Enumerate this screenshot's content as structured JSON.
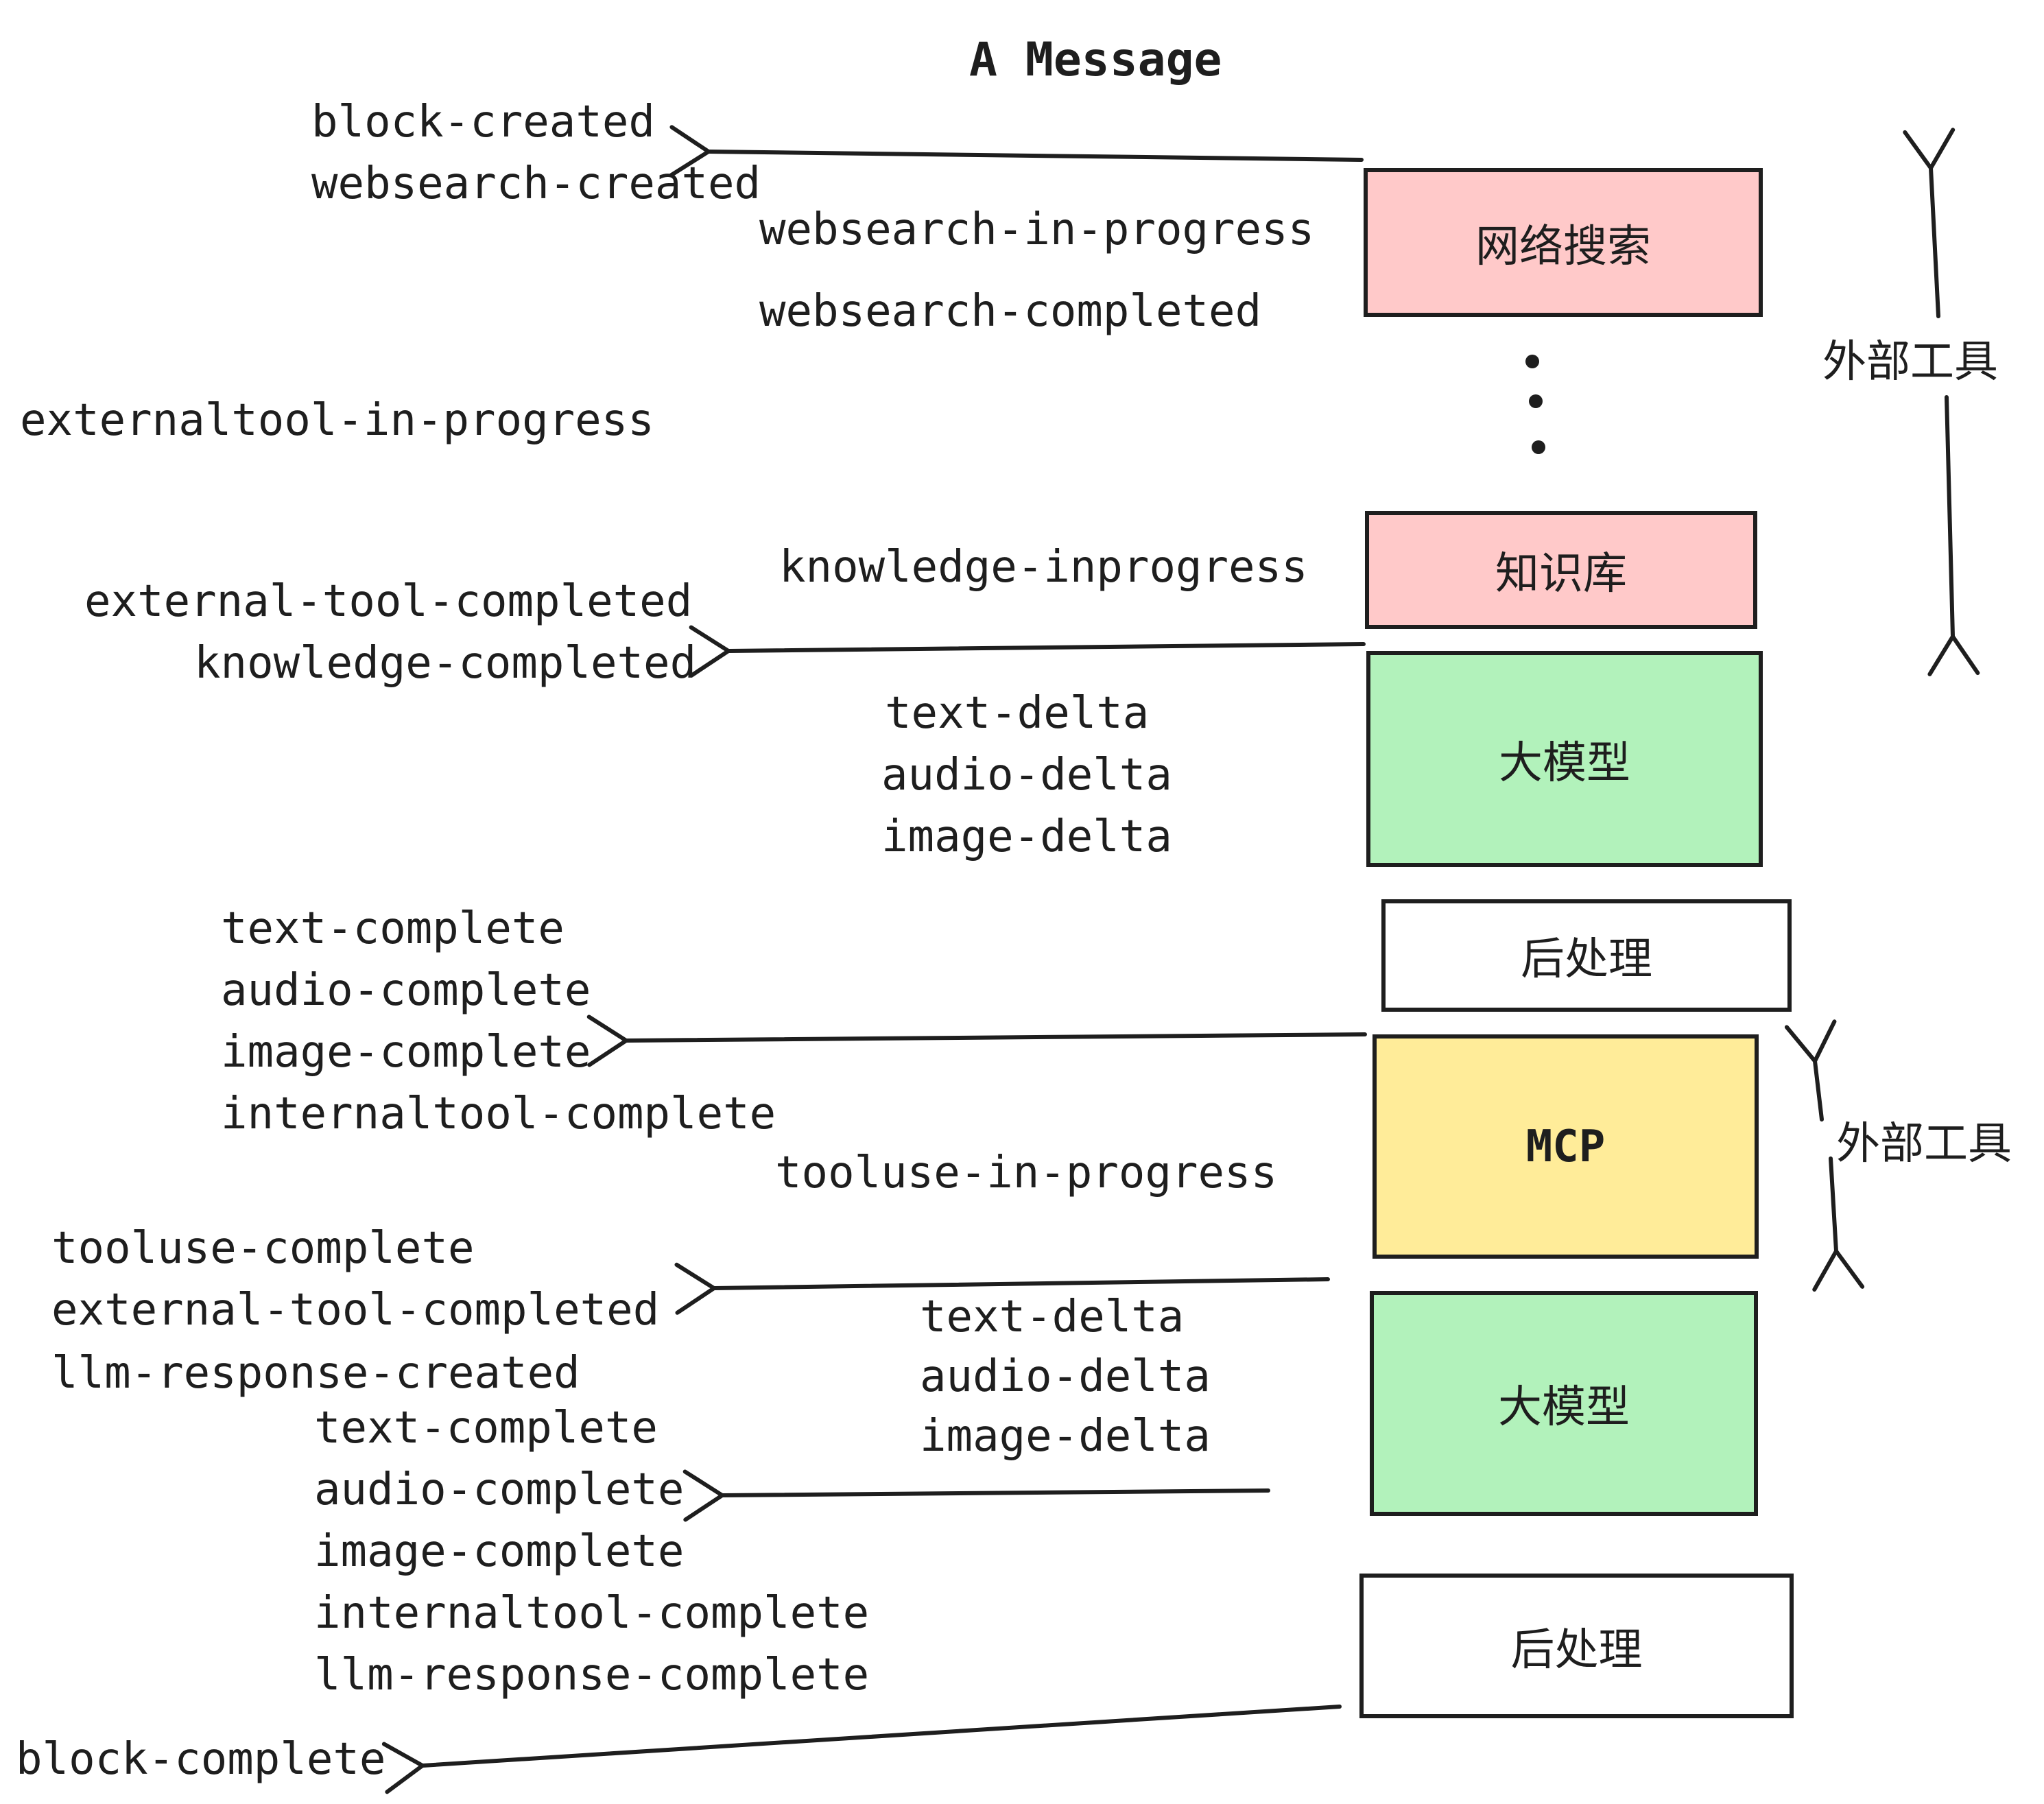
{
  "title": "A Message",
  "colors": {
    "pink": "#ffc9c9",
    "green": "#b2f2bb",
    "yellow": "#ffec99",
    "white": "#ffffff",
    "ink": "#1e1e1e"
  },
  "boxes": [
    {
      "label": "网络搜索",
      "color": "pink"
    },
    {
      "label": "知识库",
      "color": "pink"
    },
    {
      "label": "大模型",
      "color": "green"
    },
    {
      "label": "后处理",
      "color": "white"
    },
    {
      "label": "MCP",
      "color": "yellow"
    },
    {
      "label": "大模型",
      "color": "green"
    },
    {
      "label": "后处理",
      "color": "white"
    }
  ],
  "side_annotations": [
    "外部工具",
    "外部工具"
  ],
  "events": [
    "block-created",
    "websearch-created",
    "websearch-in-progress",
    "websearch-completed",
    "externaltool-in-progress",
    "knowledge-inprogress",
    "external-tool-completed",
    "knowledge-completed",
    "text-delta",
    "audio-delta",
    "image-delta",
    "text-complete",
    "audio-complete",
    "image-complete",
    "internaltool-complete",
    "tooluse-in-progress",
    "tooluse-complete",
    "external-tool-completed",
    "llm-response-created",
    "text-complete",
    "audio-complete",
    "image-complete",
    "internaltool-complete",
    "llm-response-complete",
    "block-complete",
    "text-delta",
    "audio-delta",
    "image-delta"
  ]
}
